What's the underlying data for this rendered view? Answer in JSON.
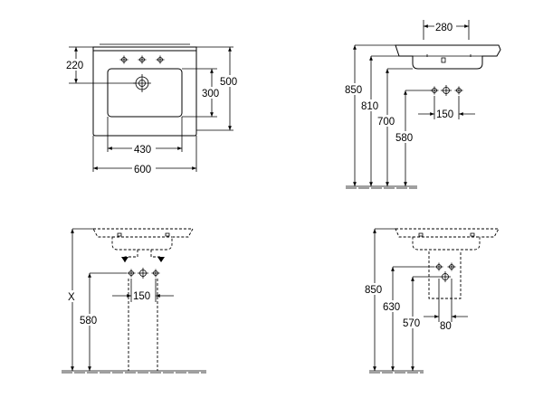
{
  "views": {
    "top": {
      "width_total": "600",
      "basin_width": "430",
      "depth_total": "500",
      "basin_depth": "300",
      "tap_offset": "220"
    },
    "side": {
      "rim_height": "850",
      "underside_height": "810",
      "waste_height": "700",
      "water_height": "580",
      "waste_width": "280",
      "water_spacing": "150"
    },
    "front_pedestal": {
      "variable_height": "X",
      "water_height": "580",
      "water_spacing": "150"
    },
    "side_semipedestal": {
      "rim_height": "850",
      "waste_height": "630",
      "water_height": "570",
      "water_spacing": "80"
    }
  },
  "colors": {
    "line": "#000000",
    "background": "#ffffff"
  }
}
